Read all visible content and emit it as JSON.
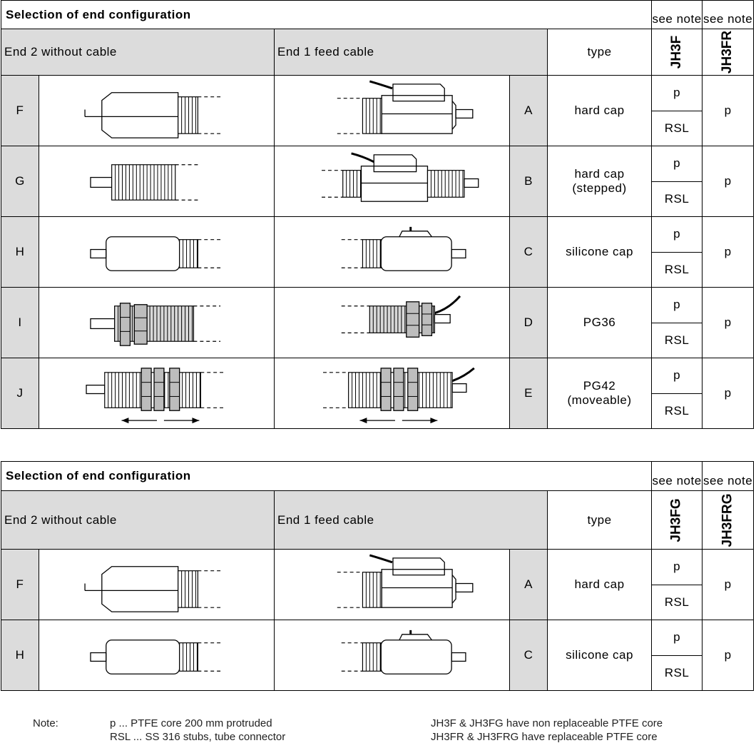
{
  "table1": {
    "title": "Selection of end configuration",
    "see_note_1": "see note",
    "see_note_2": "see note",
    "header_end2": "End 2 without cable",
    "header_end1": "End 1 feed cable",
    "header_type": "type",
    "col_model_1": "JH3F",
    "col_model_2": "JH3FR",
    "rows": [
      {
        "left_code": "F",
        "right_code": "A",
        "type_line1": "hard cap",
        "type_line2": "",
        "opt1": "p",
        "opt2": "RSL",
        "col2": "p",
        "end2_drawing": "hard-cap-end2",
        "end1_drawing": "hard-cap-feed"
      },
      {
        "left_code": "G",
        "right_code": "B",
        "type_line1": "hard cap",
        "type_line2": "(stepped)",
        "opt1": "p",
        "opt2": "RSL",
        "col2": "p",
        "end2_drawing": "bellows-end2",
        "end1_drawing": "stepped-cap-feed"
      },
      {
        "left_code": "H",
        "right_code": "C",
        "type_line1": "silicone cap",
        "type_line2": "",
        "opt1": "p",
        "opt2": "RSL",
        "col2": "p",
        "end2_drawing": "silicone-cap-end2",
        "end1_drawing": "silicone-cap-feed"
      },
      {
        "left_code": "I",
        "right_code": "D",
        "type_line1": "PG36",
        "type_line2": "",
        "opt1": "p",
        "opt2": "RSL",
        "col2": "p",
        "end2_drawing": "pg36-end2",
        "end1_drawing": "pg36-feed"
      },
      {
        "left_code": "J",
        "right_code": "E",
        "type_line1": "PG42",
        "type_line2": "(moveable)",
        "opt1": "p",
        "opt2": "RSL",
        "col2": "p",
        "end2_drawing": "pg42-end2",
        "end1_drawing": "pg42-feed"
      }
    ]
  },
  "table2": {
    "title": "Selection of end configuration",
    "see_note_1": "see note",
    "see_note_2": "see note",
    "header_end2": "End 2 without cable",
    "header_end1": "End 1 feed cable",
    "header_type": "type",
    "col_model_1": "JH3FG",
    "col_model_2": "JH3FRG",
    "rows": [
      {
        "left_code": "F",
        "right_code": "A",
        "type_line1": "hard cap",
        "type_line2": "",
        "opt1": "p",
        "opt2": "RSL",
        "col2": "p",
        "end2_drawing": "hard-cap-end2",
        "end1_drawing": "hard-cap-feed"
      },
      {
        "left_code": "H",
        "right_code": "C",
        "type_line1": "silicone cap",
        "type_line2": "",
        "opt1": "p",
        "opt2": "RSL",
        "col2": "p",
        "end2_drawing": "silicone-cap-end2",
        "end1_drawing": "silicone-cap-feed"
      }
    ]
  },
  "notes": {
    "label": "Note:",
    "line1": "p ... PTFE core 200 mm protruded",
    "line2": "RSL ... SS 316 stubs, tube connector",
    "right1": "JH3F & JH3FG have non replaceable PTFE core",
    "right2": "JH3FR & JH3FRG have replaceable PTFE core"
  }
}
